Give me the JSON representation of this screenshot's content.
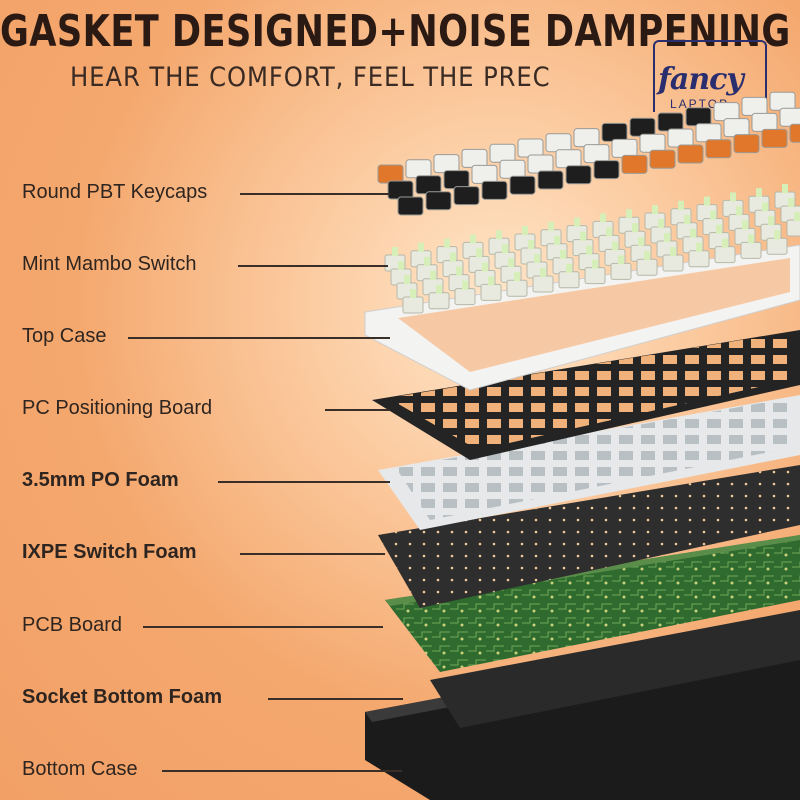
{
  "heading": {
    "title": "GASKET DESIGNED+NOISE DAMPENING",
    "subtitle": "HEAR THE COMFORT, FEEL THE PREC"
  },
  "watermark": {
    "brand": "fancy",
    "sub": "LAPTOP"
  },
  "layers": [
    {
      "label": "Round PBT Keycaps",
      "bold": false
    },
    {
      "label": "Mint Mambo Switch",
      "bold": false
    },
    {
      "label": "Top Case",
      "bold": false
    },
    {
      "label": "PC Positioning Board",
      "bold": false
    },
    {
      "label": "3.5mm PO Foam",
      "bold": true
    },
    {
      "label": "IXPE Switch Foam",
      "bold": true
    },
    {
      "label": "PCB Board",
      "bold": false
    },
    {
      "label": "Socket Bottom Foam",
      "bold": true
    },
    {
      "label": "Bottom Case",
      "bold": false
    }
  ],
  "colors": {
    "background": "#f4a86e",
    "keycap_white": "#efefec",
    "keycap_black": "#1e1e1e",
    "keycap_orange": "#e0772a",
    "switch_mint": "#d6efb8",
    "pcb_green": "#2f6a2e",
    "plate_black": "#262626",
    "foam_white": "#e8e8e8"
  }
}
